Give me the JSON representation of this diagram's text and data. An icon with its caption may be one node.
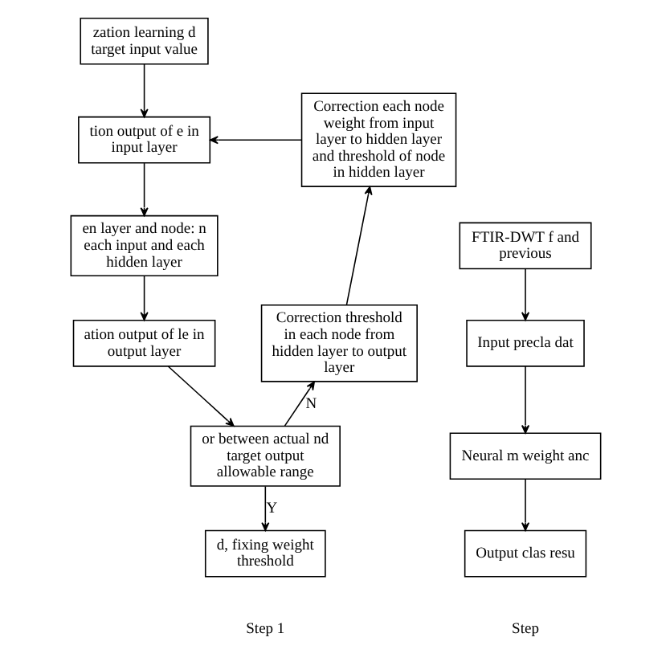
{
  "diagram": {
    "nodes": [
      {
        "text": [
          "zation learning d target input value"
        ]
      },
      {
        "text": [
          "tion output of e in input layer"
        ]
      },
      {
        "text": [
          "en layer and node: n each input and each hidden layer"
        ]
      },
      {
        "text": [
          "ation output of le in output layer"
        ]
      },
      {
        "text": [
          "or between actual nd target output allowable range"
        ]
      },
      {
        "text": [
          "d, fixing weight threshold"
        ]
      },
      {
        "text": [
          "Correction each node weight from input layer to hidden layer and threshold of node in hidden layer"
        ]
      },
      {
        "text": [
          "Correction threshold in each node from hidden layer to output layer"
        ]
      },
      {
        "text": [
          "FTIR-DWT f and previous"
        ]
      },
      {
        "text": [
          "Input precla dat"
        ]
      },
      {
        "text": [
          "Neural m weight anc"
        ]
      },
      {
        "text": [
          "Output clas resu"
        ]
      }
    ],
    "edges": [
      {
        "from": 0,
        "to": 1,
        "arrow": "to"
      },
      {
        "from": 1,
        "to": 2,
        "arrow": "to"
      },
      {
        "from": 2,
        "to": 3,
        "arrow": "to"
      },
      {
        "from": 3,
        "to": 4,
        "arrow": "to"
      },
      {
        "from": 4,
        "to": 5,
        "arrow": "to",
        "label": "Y"
      },
      {
        "from": 4,
        "to": 7,
        "arrow": "to",
        "label": "N"
      },
      {
        "from": 7,
        "to": 6,
        "arrow": "to"
      },
      {
        "from": 6,
        "to": 1,
        "arrow": "to"
      },
      {
        "from": 8,
        "to": 9,
        "arrow": "to"
      },
      {
        "from": 9,
        "to": 10,
        "arrow": "to"
      },
      {
        "from": 10,
        "to": 11,
        "arrow": "to"
      }
    ],
    "labels": [
      "Step 1",
      "Step"
    ]
  }
}
